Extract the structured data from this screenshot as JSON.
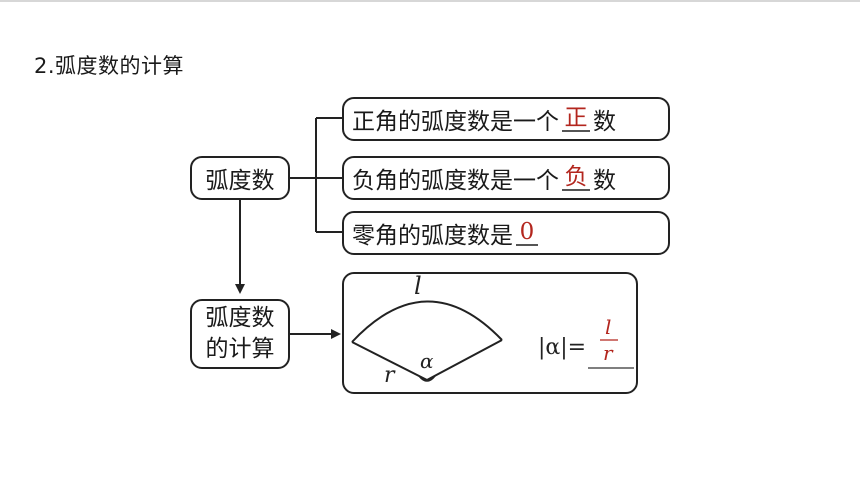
{
  "section": {
    "title": "2.弧度数的计算"
  },
  "left_boxes": {
    "top": "弧度数",
    "bottom_line1": "弧度数",
    "bottom_line2": "的计算"
  },
  "rules": [
    {
      "prefix": "正角的弧度数是一个",
      "answer": "正",
      "suffix": "数"
    },
    {
      "prefix": "负角的弧度数是一个",
      "answer": "负",
      "suffix": "数"
    },
    {
      "prefix": "零角的弧度数是",
      "answer": "0",
      "suffix": ""
    }
  ],
  "diagram": {
    "arc_label": "l",
    "radius_label": "r",
    "angle_label": "α",
    "formula_lhs": "|α|=",
    "formula_numerator": "l",
    "formula_denominator": "r"
  },
  "colors": {
    "answer": "#b3261e",
    "stroke": "#222222"
  }
}
